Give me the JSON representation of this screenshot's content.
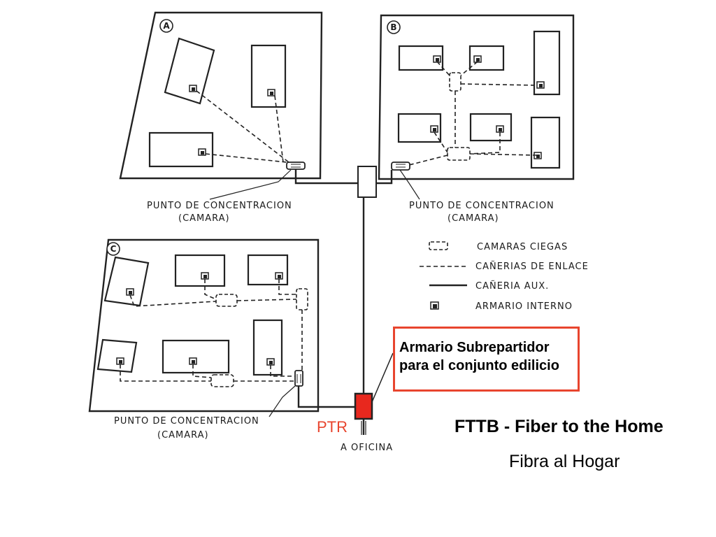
{
  "areas": [
    {
      "letter": "A"
    },
    {
      "letter": "B"
    },
    {
      "letter": "C"
    }
  ],
  "concentration_labels": [
    {
      "line1": "PUNTO DE CONCENTRACION",
      "line2": "(CAMARA)"
    },
    {
      "line1": "PUNTO DE CONCENTRACION",
      "line2": "(CAMARA)"
    },
    {
      "line1": "PUNTO DE CONCENTRACION",
      "line2": "(CAMARA)"
    }
  ],
  "legend": [
    {
      "symbol": "camara-ciega",
      "label": "CAMARAS CIEGAS"
    },
    {
      "symbol": "dashed-line",
      "label": "CAÑERIAS DE ENLACE"
    },
    {
      "symbol": "solid-line",
      "label": "CAÑERIA AUX."
    },
    {
      "symbol": "armario",
      "label": "ARMARIO INTERNO"
    }
  ],
  "office_label": "A OFICINA",
  "ptr_label": "PTR",
  "callout": {
    "text": "Armario Subrepartidor\npara el conjunto edilicio"
  },
  "title": "FTTB - Fiber to the Home",
  "subtitle": "Fibra al Hogar",
  "colors": {
    "accent": "#e8452e",
    "ptr_box": "#e8281e",
    "line": "#222222"
  }
}
